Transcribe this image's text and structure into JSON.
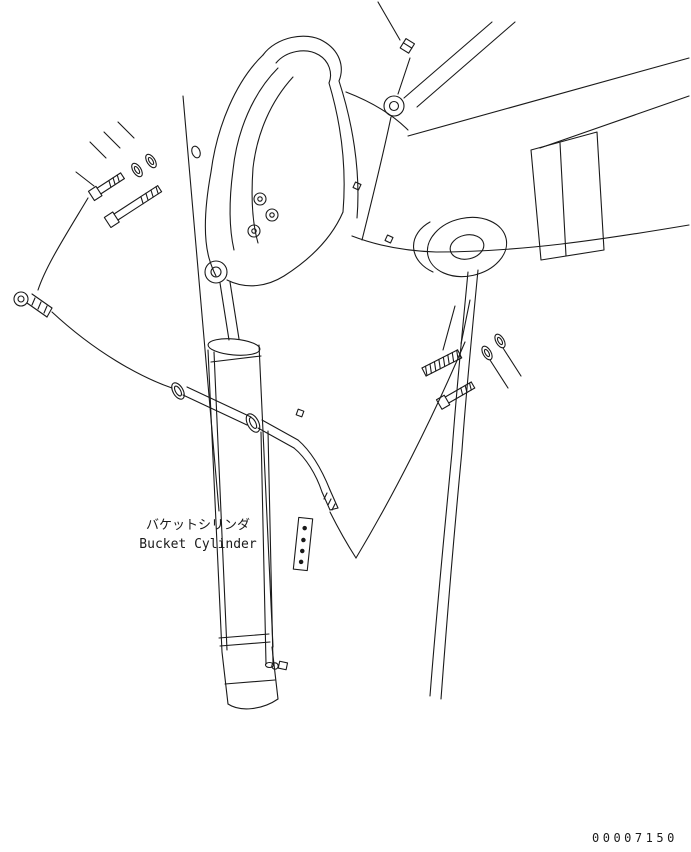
{
  "page": {
    "background_color": "#ffffff",
    "line_color": "#1a1a1a"
  },
  "labels": {
    "component_name_jp": "バケットシリンダ",
    "component_name_en": "Bucket Cylinder"
  },
  "footer": {
    "drawing_number": "00007150"
  }
}
